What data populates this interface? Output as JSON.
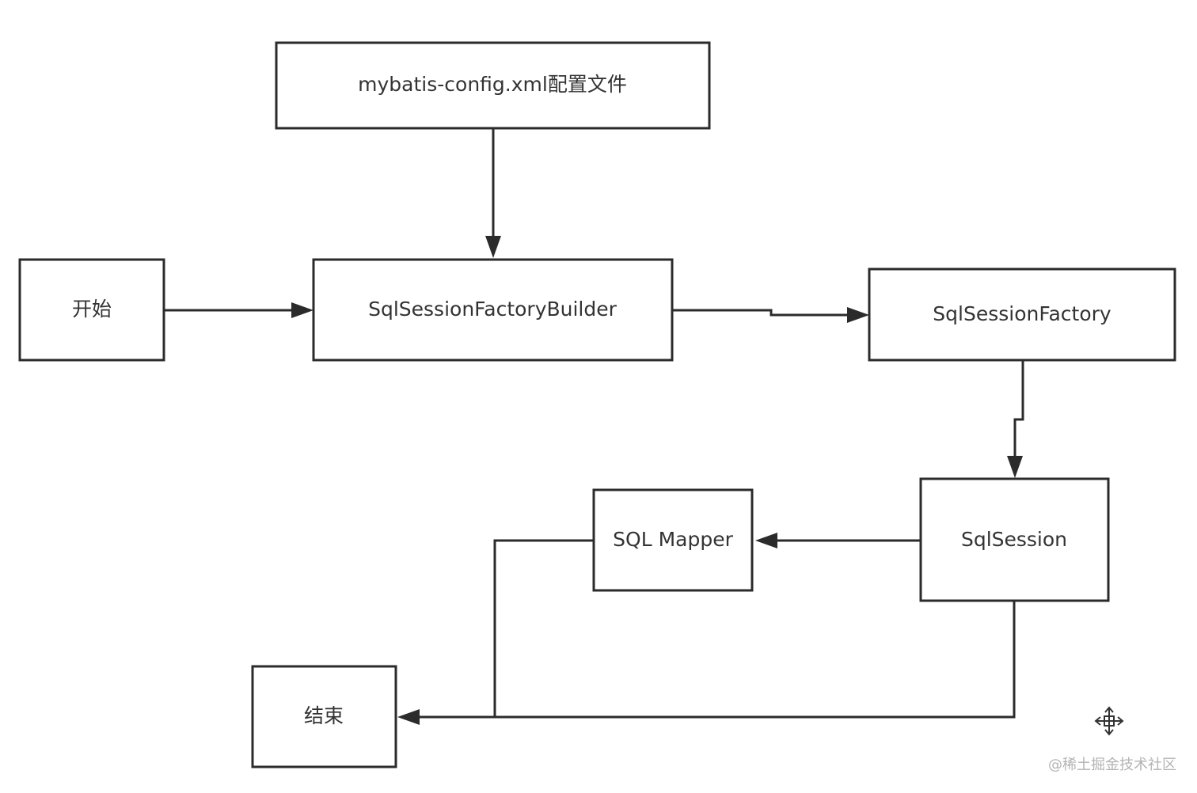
{
  "diagram": {
    "nodes": {
      "config": {
        "label": "mybatis-config.xml配置文件"
      },
      "start": {
        "label": "开始"
      },
      "builder": {
        "label": "SqlSessionFactoryBuilder"
      },
      "factory": {
        "label": "SqlSessionFactory"
      },
      "session": {
        "label": "SqlSession"
      },
      "mapper": {
        "label": "SQL Mapper"
      },
      "end": {
        "label": "结束"
      }
    },
    "edges": [
      {
        "from": "config",
        "to": "builder"
      },
      {
        "from": "start",
        "to": "builder"
      },
      {
        "from": "builder",
        "to": "factory"
      },
      {
        "from": "factory",
        "to": "session"
      },
      {
        "from": "session",
        "to": "mapper"
      },
      {
        "from": "mapper",
        "to": "end"
      },
      {
        "from": "session",
        "to": "end"
      }
    ]
  },
  "watermark": {
    "text": "@稀土掘金技术社区"
  },
  "icons": {
    "move": "move-cursor-icon"
  }
}
